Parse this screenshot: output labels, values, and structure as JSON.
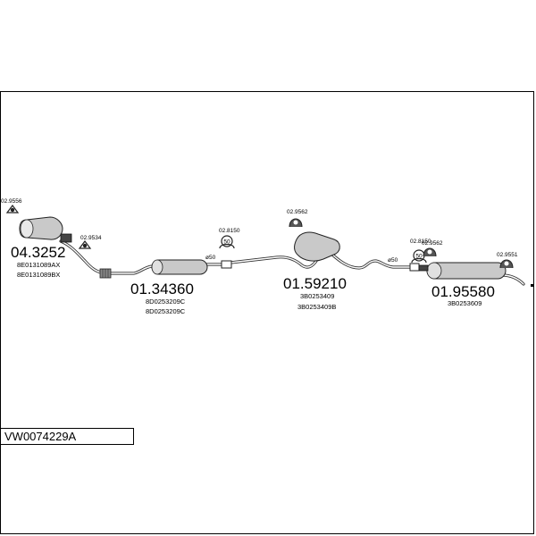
{
  "diagram_code": "VW0074229A",
  "parts": [
    {
      "number": "04.3252",
      "refs": [
        "8E0131089AX",
        "8E0131089BX"
      ],
      "icon": "catalytic-converter-icon"
    },
    {
      "number": "01.34360",
      "refs": [
        "8D0253209C",
        "8D0253209C"
      ],
      "icon": "front-silencer-icon"
    },
    {
      "number": "01.59210",
      "refs": [
        "3B0253409",
        "3B0253409B"
      ],
      "icon": "middle-silencer-icon"
    },
    {
      "number": "01.95580",
      "refs": [
        "3B0253609"
      ],
      "icon": "rear-silencer-icon"
    }
  ],
  "fittings": [
    {
      "code": "02.9556",
      "icon": "gasket-icon"
    },
    {
      "code": "02.9534",
      "icon": "gasket-icon"
    },
    {
      "code": "02.8150",
      "icon": "clamp-50-icon"
    },
    {
      "code": "02.9562",
      "icon": "rubber-hanger-icon"
    },
    {
      "code": "02.8150",
      "icon": "clamp-50-icon"
    },
    {
      "code": "02.9562",
      "icon": "rubber-hanger-icon"
    },
    {
      "code": "02.9551",
      "icon": "rubber-hanger-icon"
    }
  ],
  "pipe_diameters": [
    "ø50",
    "ø50"
  ],
  "clamp_size": "50"
}
